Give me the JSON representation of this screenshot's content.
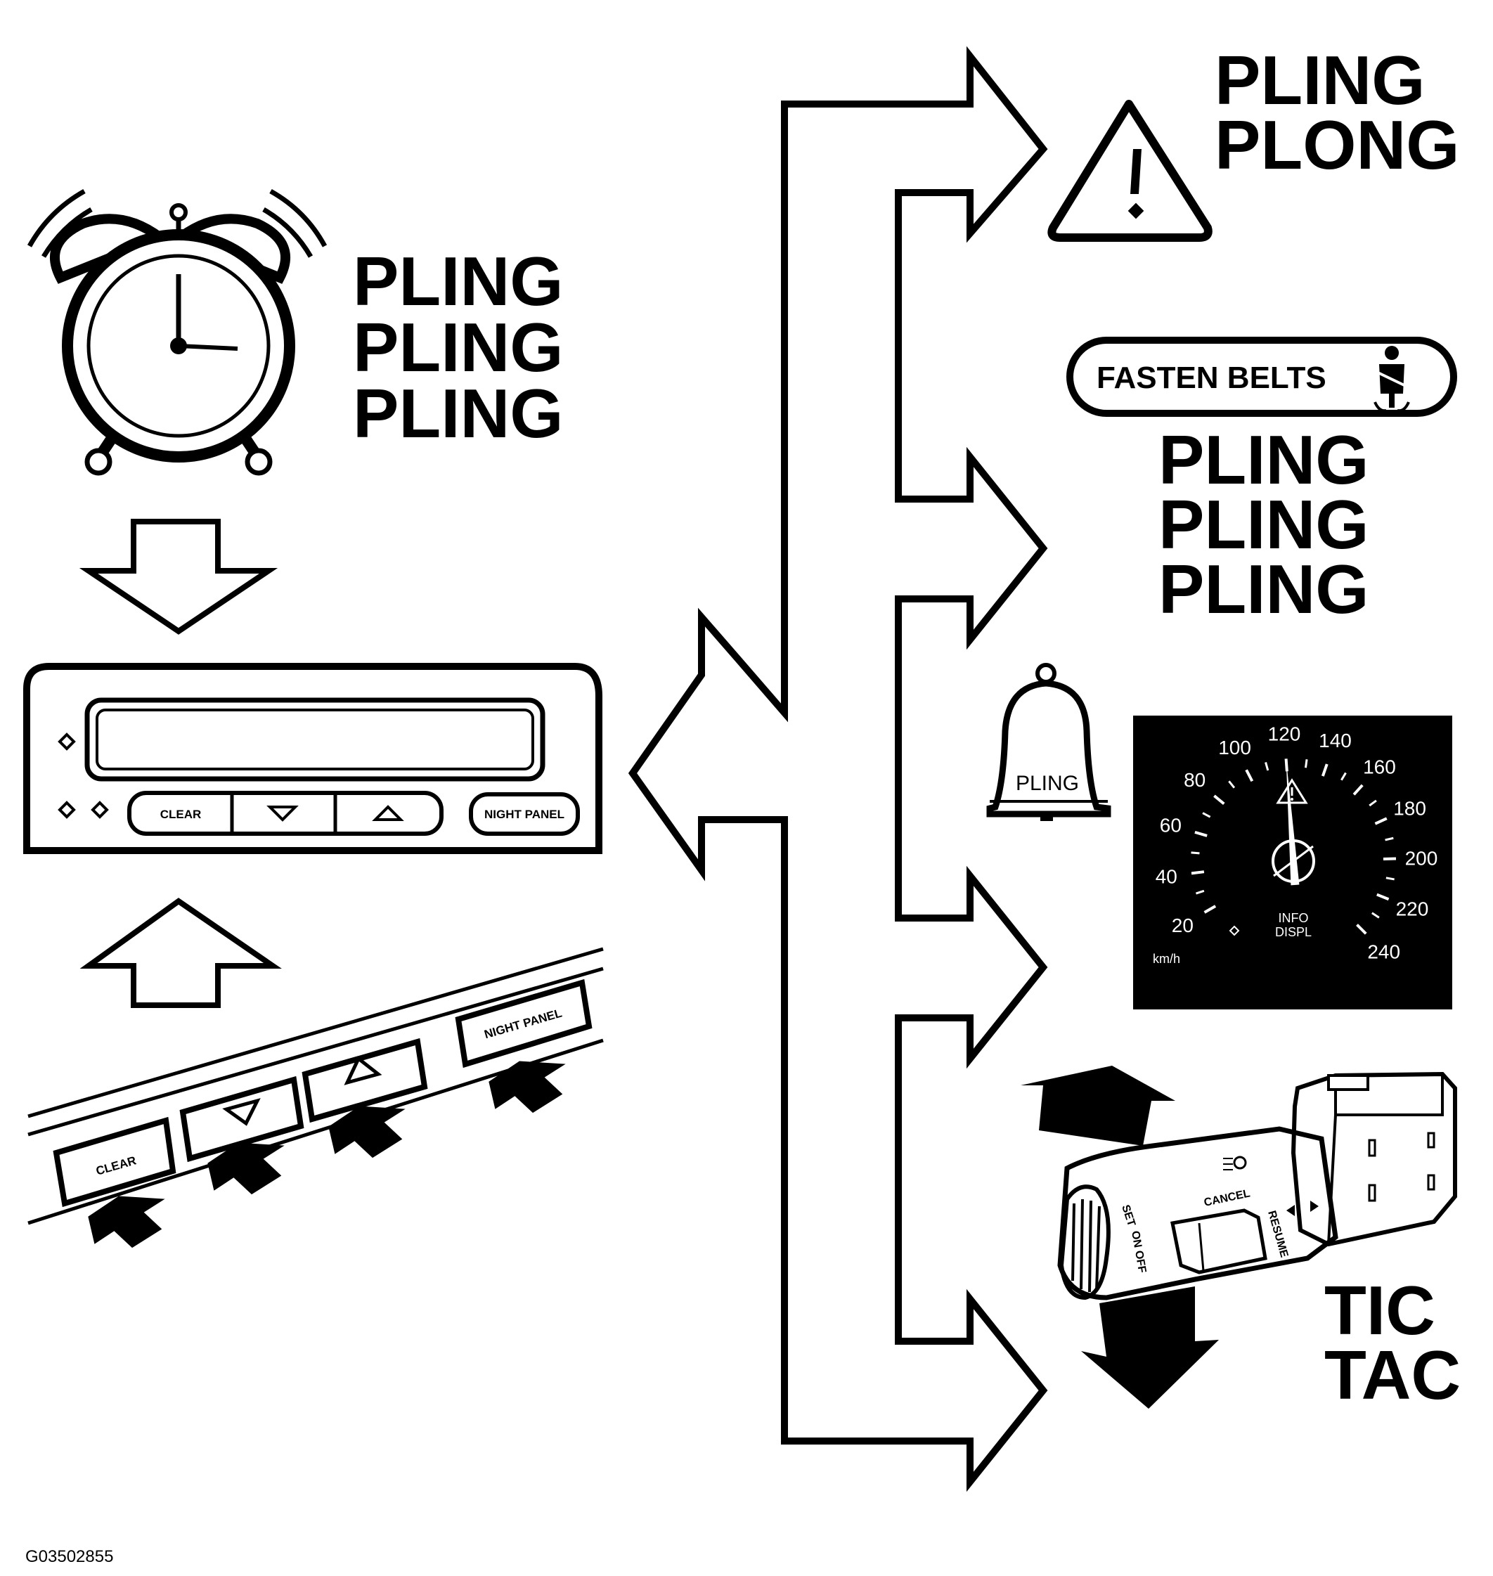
{
  "alarm_clock": {
    "sound_lines": [
      "PLING",
      "PLING",
      "PLING"
    ]
  },
  "warning": {
    "sound_lines": [
      "PLING",
      "PLONG"
    ]
  },
  "seatbelt": {
    "indicator_label": "FASTEN BELTS",
    "sound_lines": [
      "PLING",
      "PLING",
      "PLING"
    ]
  },
  "bell": {
    "label": "PLING"
  },
  "stalk": {
    "sound_lines": [
      "TIC",
      "TAC"
    ],
    "cancel_label": "CANCEL",
    "set_label": "SET",
    "on_off_label": "ON OFF",
    "resume_label": "RESUME"
  },
  "display_unit": {
    "clear_label": "CLEAR",
    "night_panel_label": "NIGHT PANEL"
  },
  "button_strip": {
    "clear_label": "CLEAR",
    "night_panel_label": "NIGHT PANEL"
  },
  "speedometer": {
    "unit": "km/h",
    "info_label_1": "INFO",
    "info_label_2": "DISPL",
    "scale_labels": [
      "20",
      "40",
      "60",
      "80",
      "100",
      "120",
      "140",
      "160",
      "180",
      "200",
      "220",
      "240"
    ],
    "needle_value_kmh": 120
  },
  "reference_code": "G03502855"
}
